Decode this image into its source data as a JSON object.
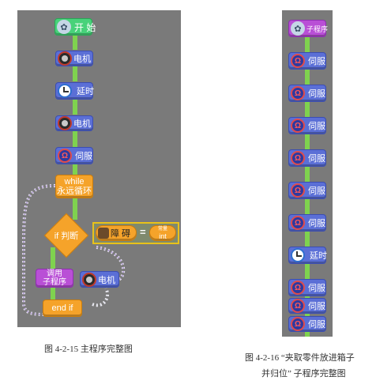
{
  "left": {
    "start": {
      "label": "开 始",
      "icon": "gear-icon"
    },
    "motor1": {
      "label": "电机",
      "icon": "motor-icon"
    },
    "delay": {
      "label": "延时",
      "icon": "clock-icon"
    },
    "motor2": {
      "label": "电机",
      "icon": "motor-icon"
    },
    "servo": {
      "label": "伺服",
      "icon": "servo-icon"
    },
    "while": {
      "line1": "while",
      "line2": "永远循环"
    },
    "if": {
      "label": "if 判断"
    },
    "condition": {
      "sensor_label": "障 碍",
      "operator": "=",
      "const_top": "常量",
      "const_value": "int"
    },
    "call_sub": {
      "line1": "调用",
      "line2": "子程序"
    },
    "motor3": {
      "label": "电机",
      "icon": "motor-icon"
    },
    "endif": {
      "label": "end  if"
    }
  },
  "right": {
    "subroutine": {
      "label": "子程序",
      "icon": "gear-icon"
    },
    "servos": [
      "伺服",
      "伺服",
      "伺服",
      "伺服",
      "伺服",
      "伺服"
    ],
    "delay": "延时",
    "servos_after": [
      "伺服",
      "伺服",
      "伺服"
    ]
  },
  "captions": {
    "left": "图 4-2-15 主程序完整图",
    "right_line1": "图 4-2-16 “夹取零件放进箱子",
    "right_line2": "并归位” 子程序完整图"
  },
  "colors": {
    "panel": "#7a7a7a",
    "block_blue": "#5b6fd6",
    "block_green": "#48d27a",
    "block_orange": "#f5a32a",
    "block_purple": "#b94fd6",
    "connector": "#7fd24f"
  }
}
